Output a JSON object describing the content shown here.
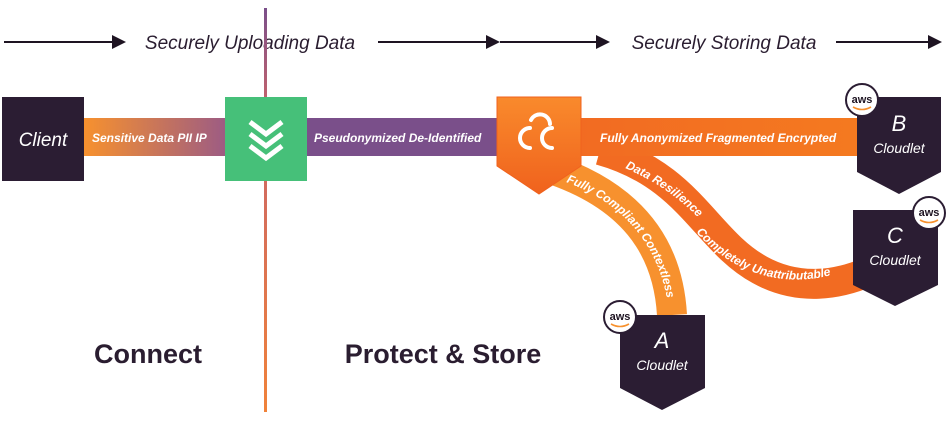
{
  "headers": {
    "uploading": "Securely Uploading Data",
    "storing": "Securely Storing Data"
  },
  "client": {
    "label": "Client"
  },
  "bands": {
    "client_to_connect": "Sensitive Data  PII  IP",
    "connect_to_protect": "Pseudonymized  De-Identified",
    "protect_to_b": "Fully Anonymized  Fragmented  Encrypted",
    "to_a": "Fully Compliant  Contextless",
    "to_c_1": "Data Resilience",
    "to_c_2": "Completely Unattributable"
  },
  "cloudlets": [
    {
      "letter": "A",
      "label": "Cloudlet",
      "provider": "aws"
    },
    {
      "letter": "B",
      "label": "Cloudlet",
      "provider": "aws"
    },
    {
      "letter": "C",
      "label": "Cloudlet",
      "provider": "aws"
    }
  ],
  "sections": {
    "connect": "Connect",
    "protect_store": "Protect & Store"
  },
  "colors": {
    "dark_purple": "#2b1d33",
    "purple_band": "#7a4f8a",
    "orange": "#f26b22",
    "light_orange": "#f7912e",
    "green": "#46c079",
    "divider": "#f0823a"
  },
  "icons": {
    "connect_node": "chevron-stack-icon",
    "protect_node": "cloud-logo-icon"
  }
}
